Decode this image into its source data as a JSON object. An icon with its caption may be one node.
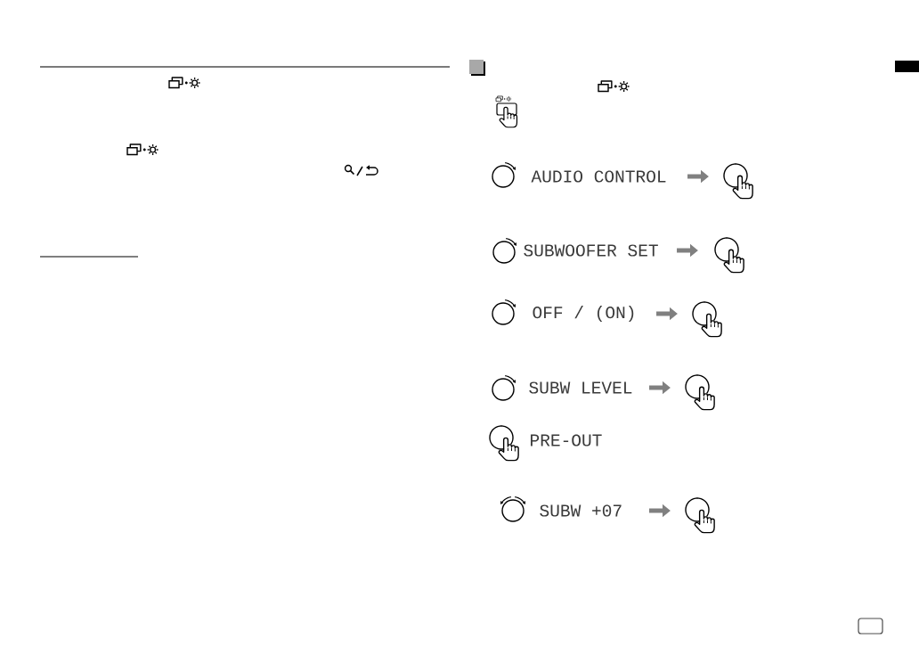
{
  "diagram": {
    "nodes": [
      {
        "text": [
          "AUDIO CONTROL"
        ]
      },
      {
        "text": [],
        "shape": "picture"
      },
      {
        "text": [
          "SUBWOOFER SET"
        ]
      },
      {
        "text": [],
        "shape": "picture"
      },
      {
        "text": [
          "OFF / (ON)"
        ]
      },
      {
        "text": [],
        "shape": "picture"
      },
      {
        "text": [
          "SUBW LEVEL"
        ]
      },
      {
        "text": [],
        "shape": "picture"
      },
      {
        "text": [
          "SUBW +07"
        ]
      },
      {
        "text": [],
        "shape": "picture"
      }
    ],
    "edges": [
      {
        "from": 0,
        "to": 1,
        "arrow": "to"
      },
      {
        "from": 2,
        "to": 3,
        "arrow": "to"
      },
      {
        "from": 4,
        "to": 5,
        "arrow": "to"
      },
      {
        "from": 6,
        "to": 7,
        "arrow": "to"
      },
      {
        "from": 8,
        "to": 9,
        "arrow": "to"
      }
    ],
    "labels": [
      "PRE-OUT"
    ]
  }
}
